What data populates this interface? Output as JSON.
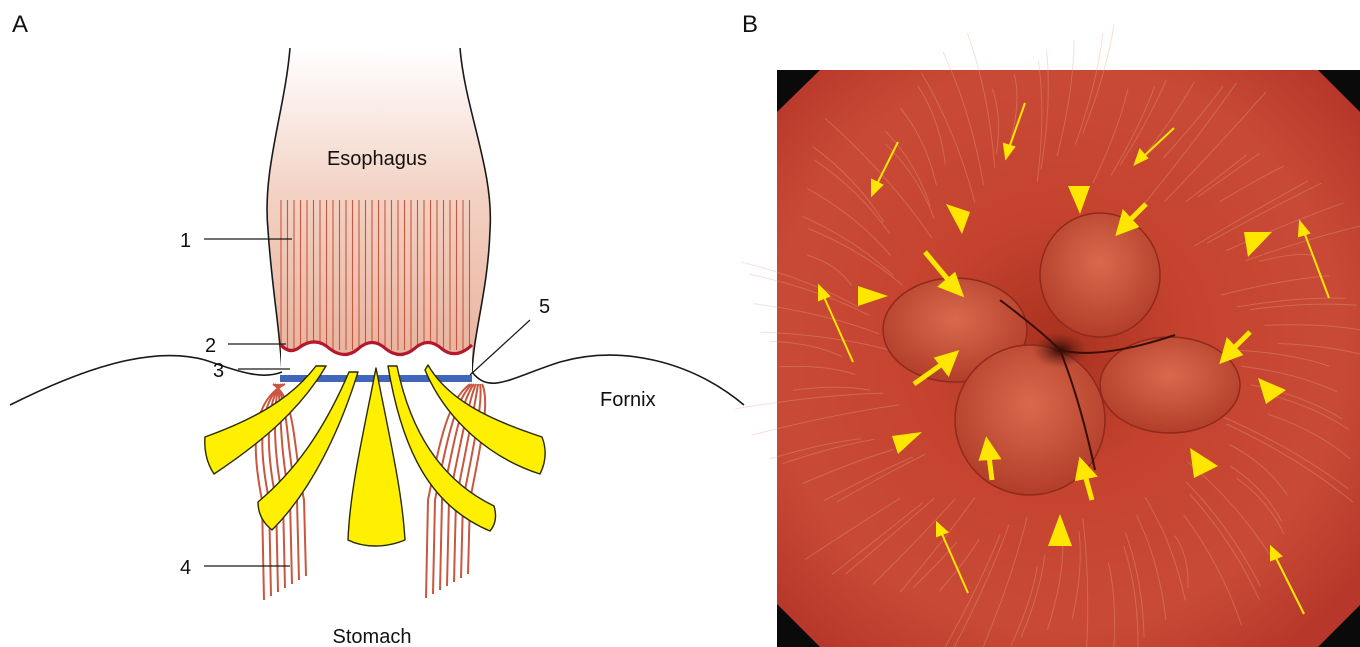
{
  "panels": {
    "a": {
      "letter": "A"
    },
    "b": {
      "letter": "B"
    }
  },
  "diagram": {
    "labels": {
      "esophagus": "Esophagus",
      "fornix": "Fornix",
      "stomach": "Stomach"
    },
    "callouts": [
      "1",
      "2",
      "3",
      "4",
      "5"
    ]
  },
  "colors": {
    "esophagus_top": "#ffffff",
    "esophagus_bottom": "#e9b7a3",
    "fibers": "#c9573f",
    "z_line": "#b5172c",
    "band": "#3f66b8",
    "clasp_fibers": "#ffe800",
    "arrows": "#ffe600",
    "mucosa": "#c0402c"
  }
}
